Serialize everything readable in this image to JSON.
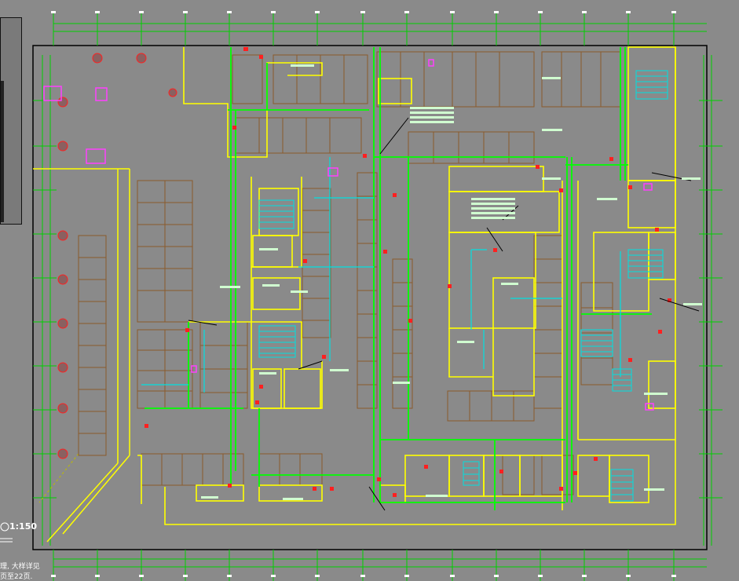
{
  "drawing": {
    "scale_label": "1:150",
    "note_line_1": "理, 大样详见",
    "note_line_2": "页至22页.",
    "colors": {
      "background": "#8a8a8a",
      "wall": "#ffff00",
      "pipe_green": "#00ff00",
      "pipe_cyan": "#00ffff",
      "parking": "#8b5a2b",
      "red_marker": "#ff2020",
      "magenta": "#ff40ff",
      "axis": "#00d000",
      "dark_line": "#000000"
    }
  },
  "icons": {
    "north_arrow": "scale-symbol-icon",
    "hatched_circle": "column-marker-icon"
  }
}
